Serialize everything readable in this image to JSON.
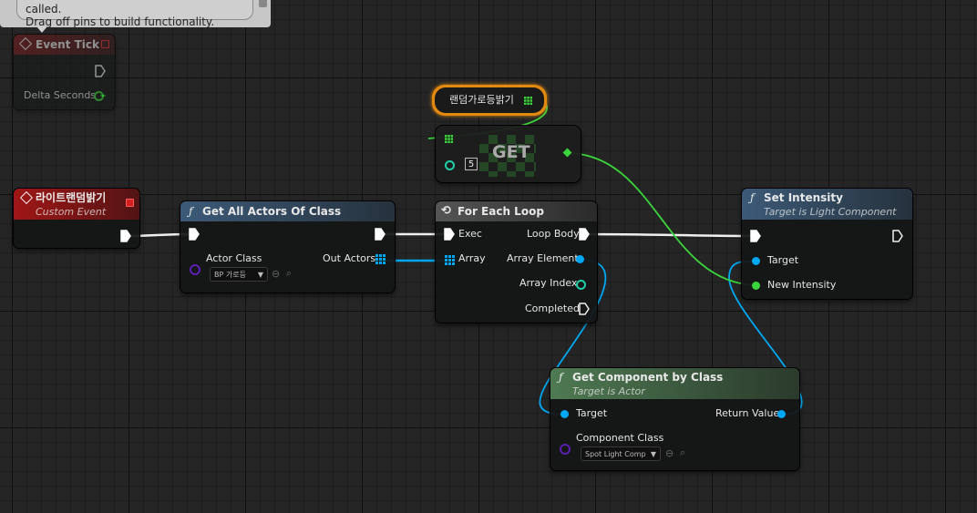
{
  "comment": {
    "line1": "This node is disabled and will not be called.",
    "line2": "Drag off pins to build functionality."
  },
  "event_tick": {
    "title": "Event Tick",
    "delta_seconds": "Delta Seconds"
  },
  "custom_event": {
    "title": "라이트랜덤밝기",
    "subtitle": "Custom Event"
  },
  "get_all_actors": {
    "title": "Get All Actors Of Class",
    "actor_class": "Actor Class",
    "actor_class_value": "BP 가로등",
    "out_actors": "Out Actors"
  },
  "variable": {
    "label": "랜덤가로등밝기"
  },
  "get_node": {
    "title": "GET",
    "index_value": "5"
  },
  "for_each": {
    "title": "For Each Loop",
    "exec": "Exec",
    "loop_body": "Loop Body",
    "array": "Array",
    "array_element": "Array Element",
    "array_index": "Array Index",
    "completed": "Completed"
  },
  "set_intensity": {
    "title": "Set Intensity",
    "subtitle": "Target is Light Component",
    "target": "Target",
    "new_intensity": "New Intensity"
  },
  "get_component": {
    "title": "Get Component by Class",
    "subtitle": "Target is Actor",
    "target": "Target",
    "return_value": "Return Value",
    "component_class": "Component Class",
    "component_class_value": "Spot Light Comp"
  },
  "icons": {
    "function": "function-icon",
    "event": "event-diamond-icon",
    "loop": "loop-icon",
    "array": "array-grid-icon"
  },
  "colors": {
    "exec_wire": "#ffffff",
    "object_pin": "#00a8f4",
    "float_pin": "#3bd63b",
    "class_pin": "#5b1fb3",
    "int_pin": "#1fd1a8",
    "event_header": "#9b1a1a",
    "function_header": "#4d6e8a",
    "pure_header": "#4e7a52"
  }
}
